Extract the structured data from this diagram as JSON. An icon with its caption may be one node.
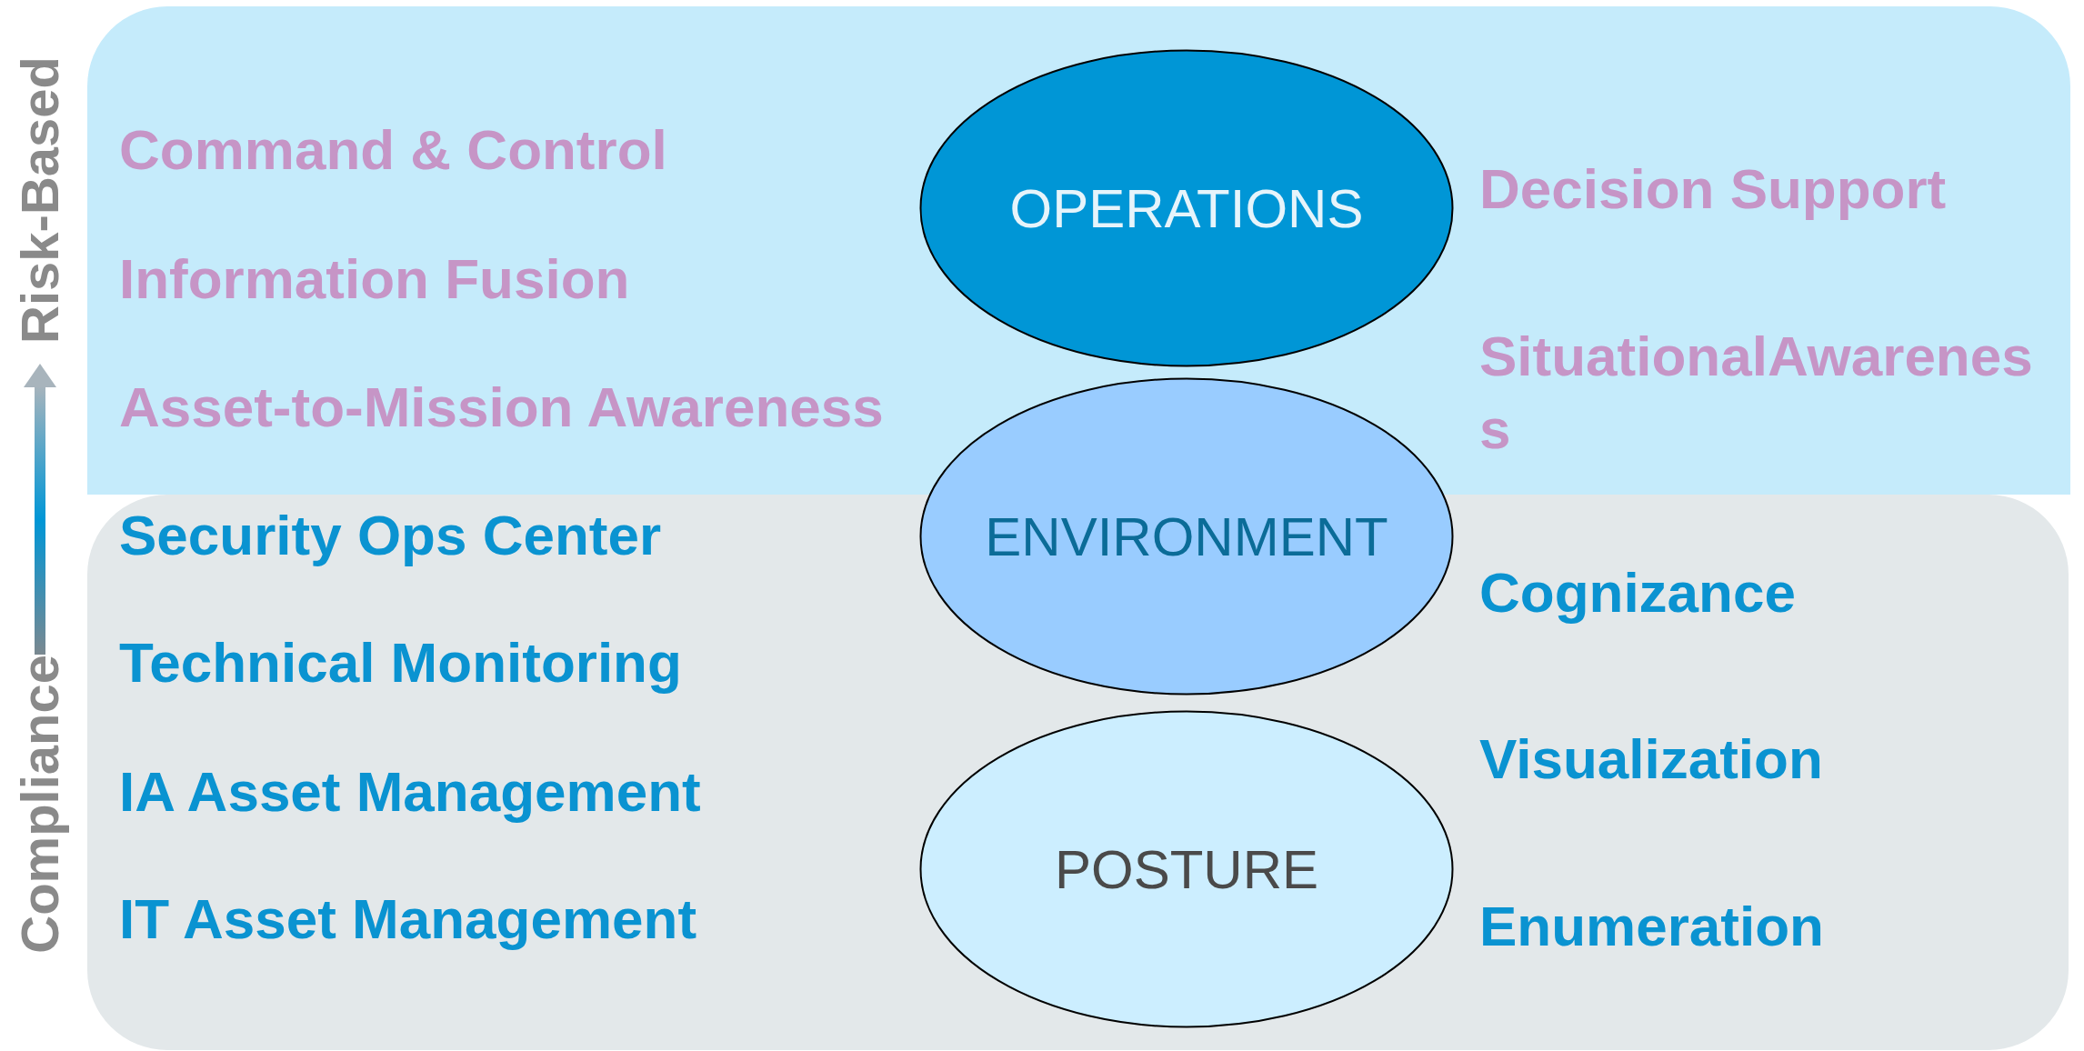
{
  "diagram": {
    "nodes": [
      {
        "text": [
          "Command & Control",
          "Information Fusion",
          "Asset-to-Mission Awareness",
          "Decision Support",
          "SituationalAwareness"
        ]
      },
      {
        "text": [
          "OPERATIONS"
        ],
        "in": 0
      },
      {
        "text": [
          "Security Ops Center",
          "Technical Monitoring",
          "IA Asset Management",
          "IT Asset Management",
          "Cognizance",
          "Visualization",
          "Enumeration"
        ]
      },
      {
        "text": [
          "ENVIRONMENT"
        ]
      },
      {
        "text": [
          "POSTURE"
        ],
        "in": 2
      }
    ],
    "edges": [],
    "labels": [
      "Risk-Based",
      "Compliance"
    ]
  }
}
